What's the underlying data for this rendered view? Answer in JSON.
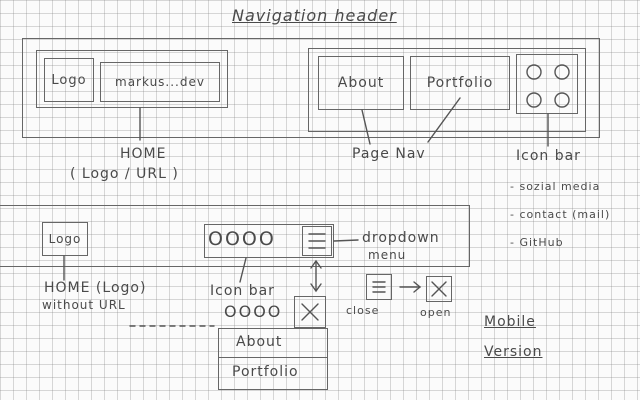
{
  "title": "Navigation header",
  "desktop": {
    "logo": "Logo",
    "url": "markus...dev",
    "nav": [
      "About",
      "Portfolio"
    ],
    "home_label": "HOME",
    "home_sub": "( Logo / URL )",
    "page_nav_label": "Page Nav",
    "iconbar_label": "Icon bar",
    "iconbar_items": [
      "- sozial media",
      "- contact (mail)",
      "- GitHub"
    ]
  },
  "mobile": {
    "logo": "Logo",
    "home_label": "HOME (Logo)",
    "home_sub": "without URL",
    "iconbar_label": "Icon bar",
    "icons_text": "OOOO",
    "dropdown_label": "dropdown",
    "dropdown_sub": "menu",
    "close_label": "close",
    "open_label": "open",
    "menu_items": [
      "About",
      "Portfolio"
    ],
    "version_label_1": "Mobile",
    "version_label_2": "Version"
  }
}
